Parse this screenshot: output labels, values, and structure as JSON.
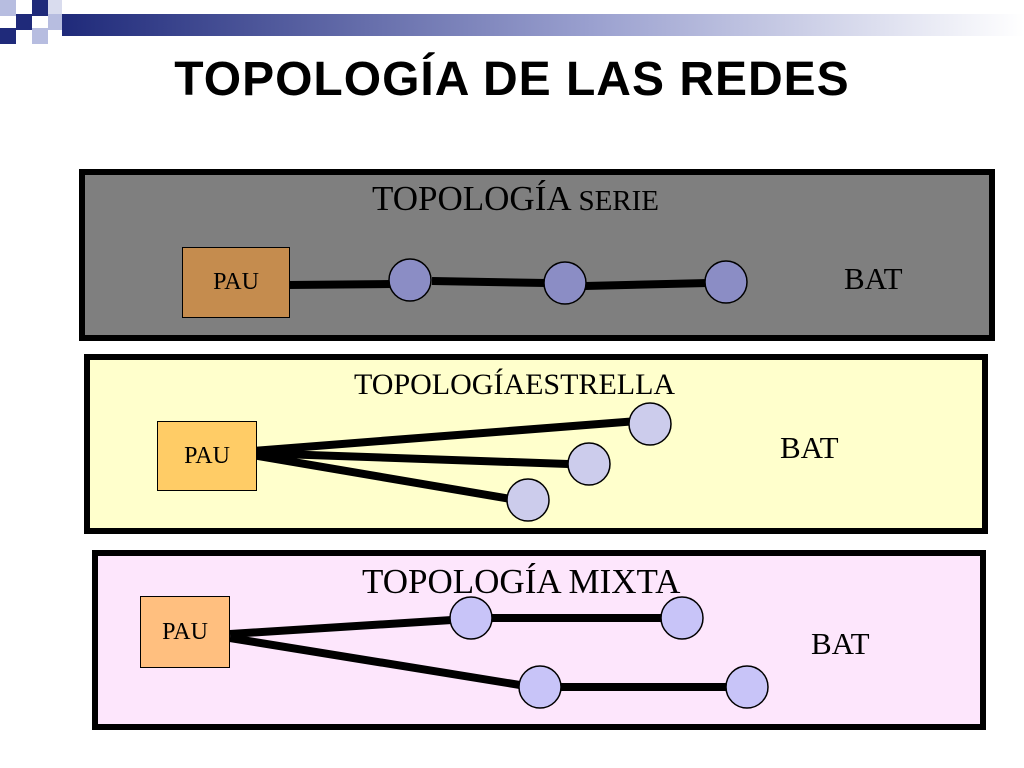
{
  "slide": {
    "title": "TOPOLOGÍA DE LAS REDES"
  },
  "colors": {
    "band_dark": "#1f2a7a",
    "band_light": "#b7bde0",
    "serie_bg": "#7f7f7f",
    "serie_node": "#8b8dc5",
    "serie_pau": "#c58c4e",
    "estrella_bg": "#ffffcc",
    "estrella_node": "#ccccec",
    "estrella_pau": "#ffcc66",
    "mixta_bg": "#fde6fc",
    "mixta_node": "#c8c4f8",
    "mixta_pau": "#ffbf7f"
  },
  "topologies": {
    "serie": {
      "title_main": "TOPOLOGÍA ",
      "title_suffix": "SERIE",
      "pau": "PAU",
      "bat": "BAT"
    },
    "estrella": {
      "title": "TOPOLOGÍAESTRELLA",
      "pau": "PAU",
      "bat": "BAT"
    },
    "mixta": {
      "title": "TOPOLOGÍA MIXTA",
      "pau": "PAU",
      "bat": "BAT"
    }
  }
}
